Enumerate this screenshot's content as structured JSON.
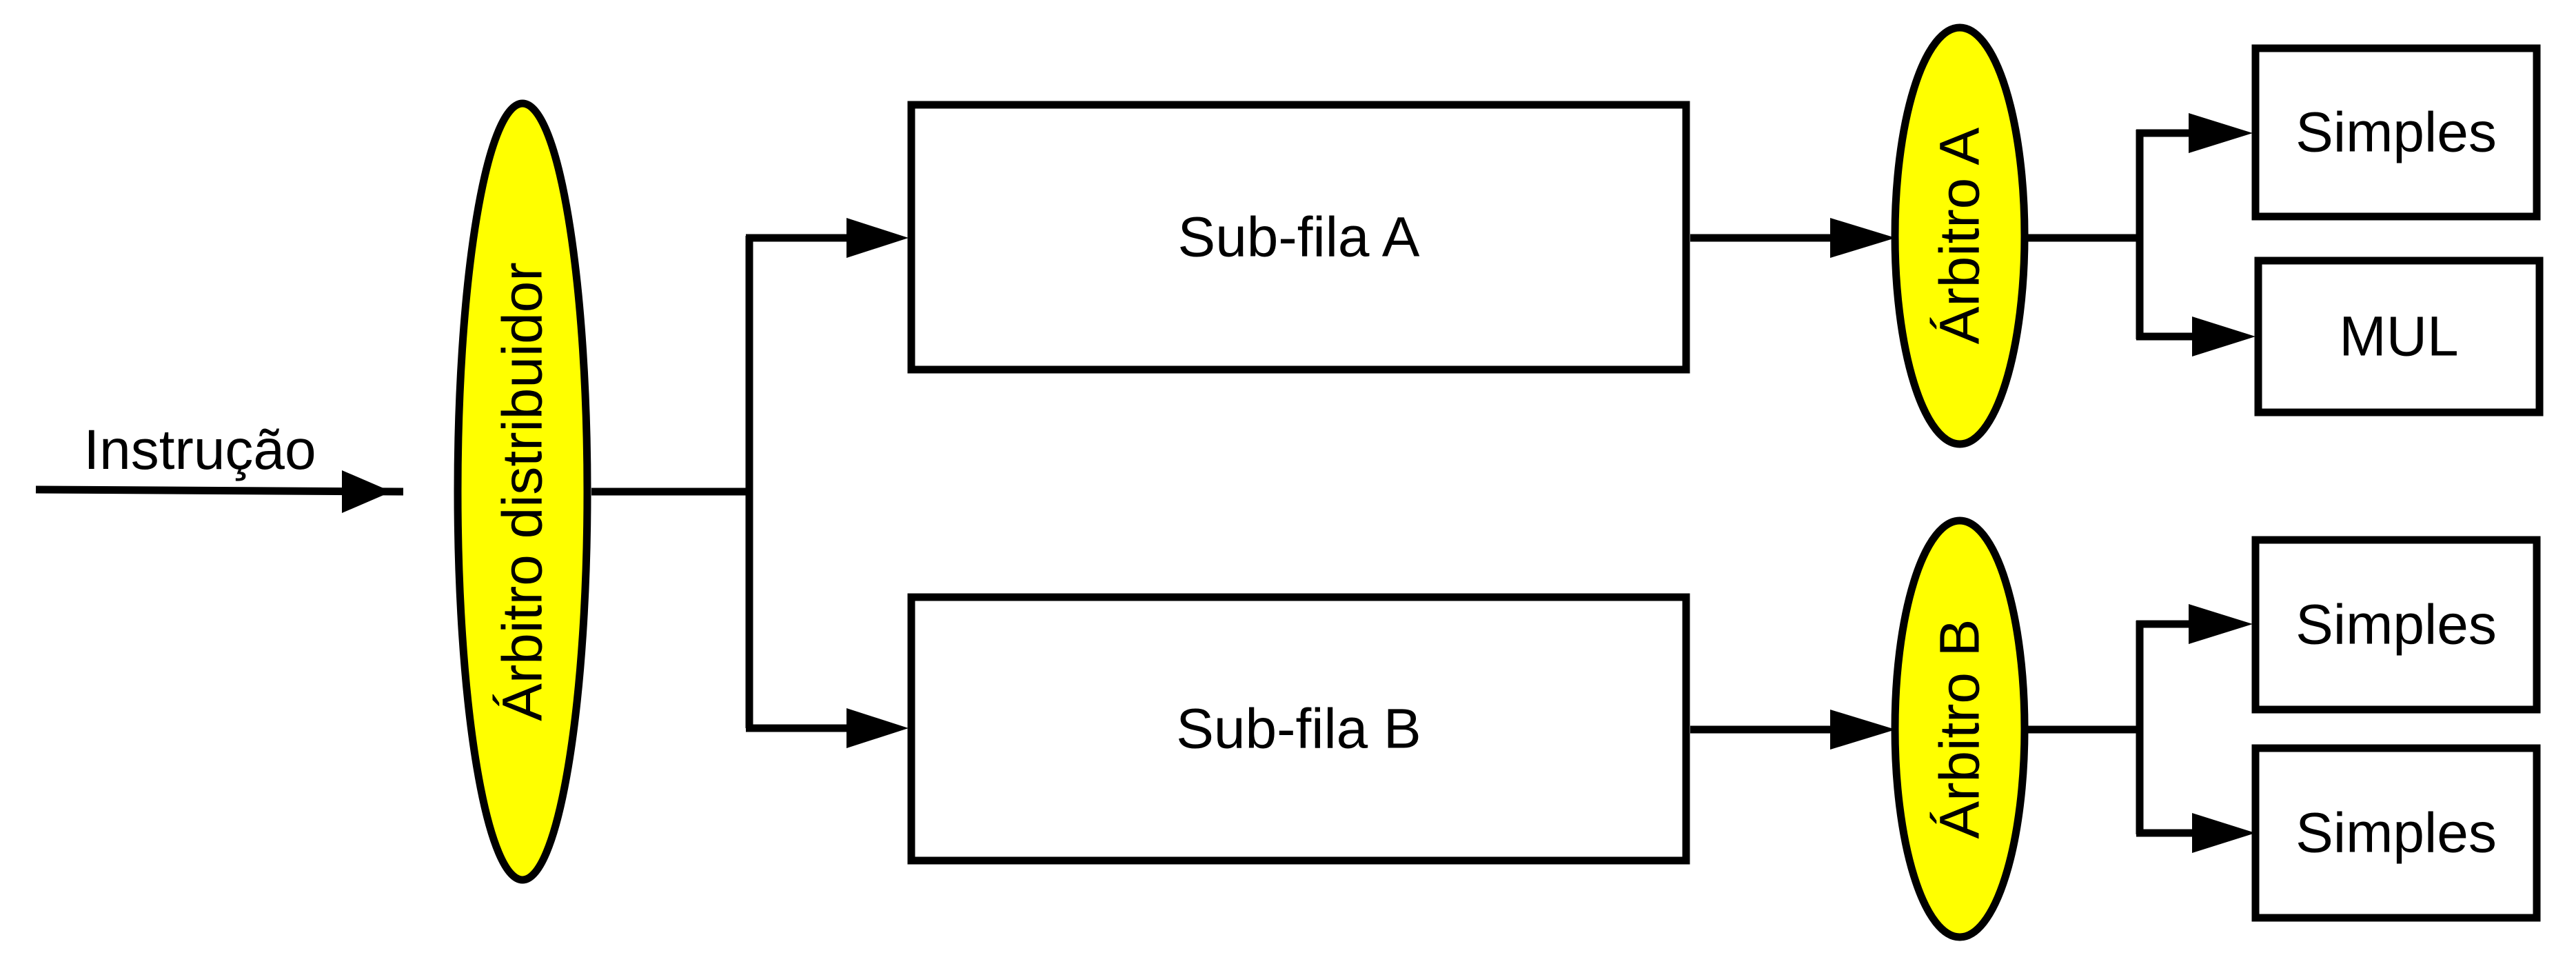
{
  "colors": {
    "arbiter_fill": "#ffff00",
    "stroke": "#000000",
    "background": "#ffffff"
  },
  "input": {
    "label": "Instrução"
  },
  "distributor": {
    "label": "Árbitro distribuidor"
  },
  "subqueues": [
    {
      "label": "Sub-fila A"
    },
    {
      "label": "Sub-fila B"
    }
  ],
  "arbiters": [
    {
      "label": "Árbitro A"
    },
    {
      "label": "Árbitro B"
    }
  ],
  "units": [
    {
      "label": "Simples"
    },
    {
      "label": "MUL"
    },
    {
      "label": "Simples"
    },
    {
      "label": "Simples"
    }
  ]
}
